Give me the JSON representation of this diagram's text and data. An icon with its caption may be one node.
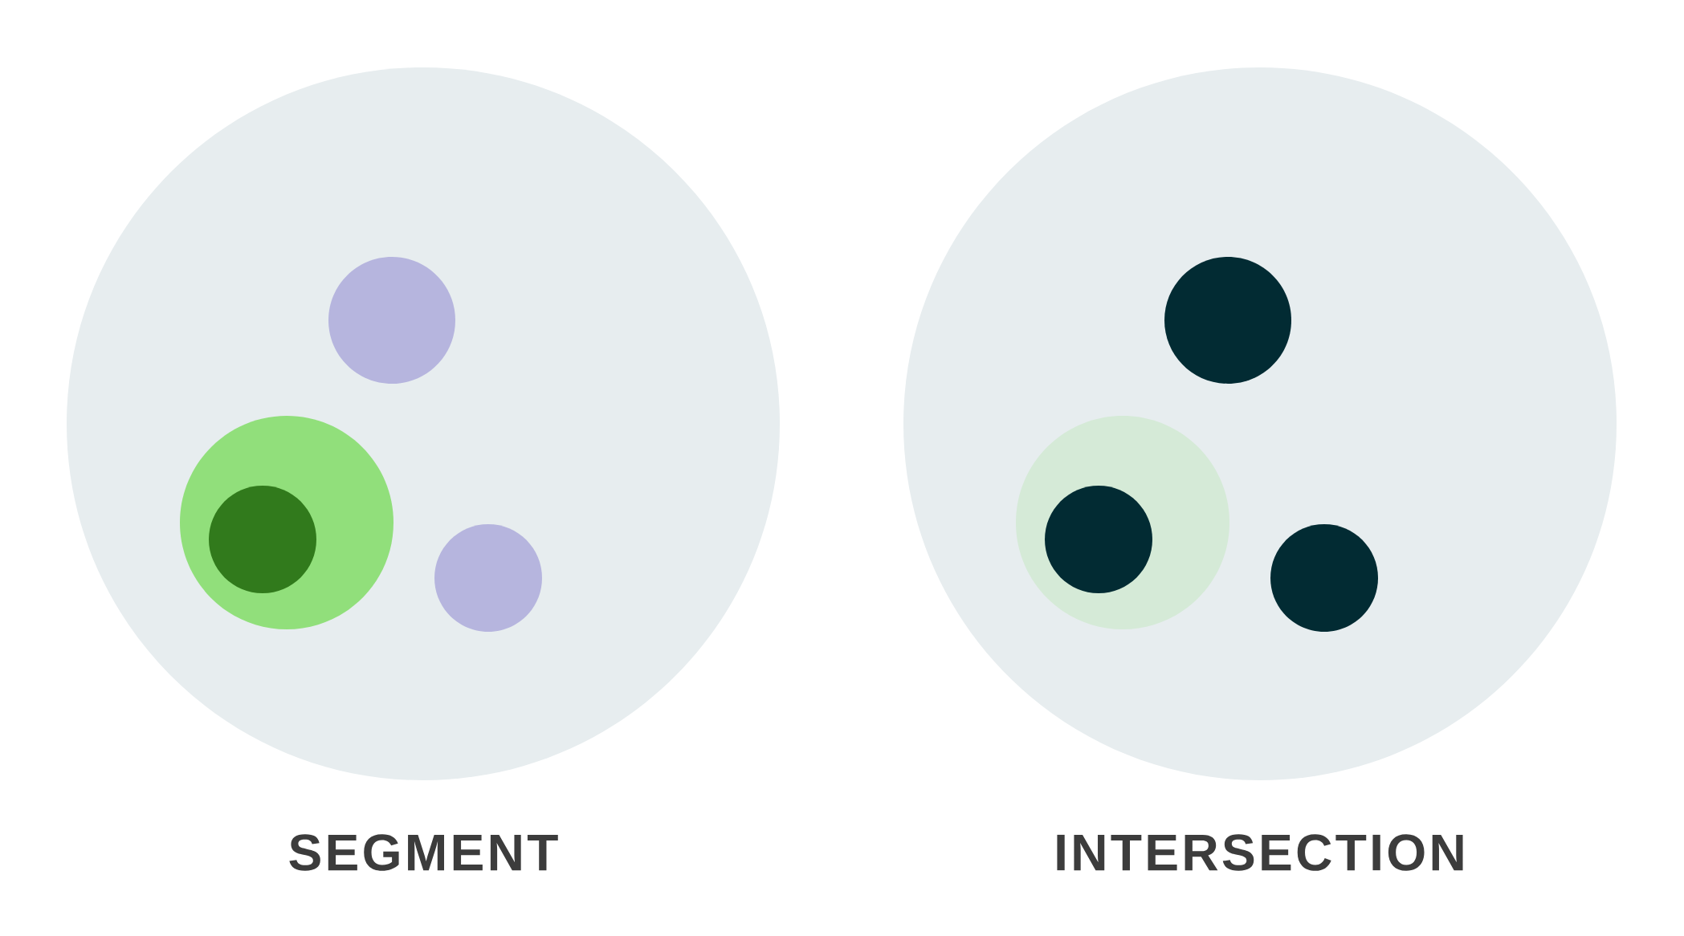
{
  "diagram": {
    "nodes": [
      {
        "text": [
          "SEGMENT"
        ]
      },
      {
        "text": [],
        "shape": "circle",
        "in": 0
      },
      {
        "text": [],
        "shape": "circle",
        "in": 0
      },
      {
        "text": [],
        "shape": "circle",
        "in": 2
      },
      {
        "text": [],
        "shape": "circle",
        "in": 0
      },
      {
        "text": [
          "INTERSECTION"
        ]
      },
      {
        "text": [],
        "shape": "circle",
        "in": 5
      },
      {
        "text": [],
        "shape": "circle",
        "in": 5
      },
      {
        "text": [],
        "shape": "circle",
        "in": 7
      },
      {
        "text": [],
        "shape": "circle",
        "in": 5
      }
    ]
  }
}
